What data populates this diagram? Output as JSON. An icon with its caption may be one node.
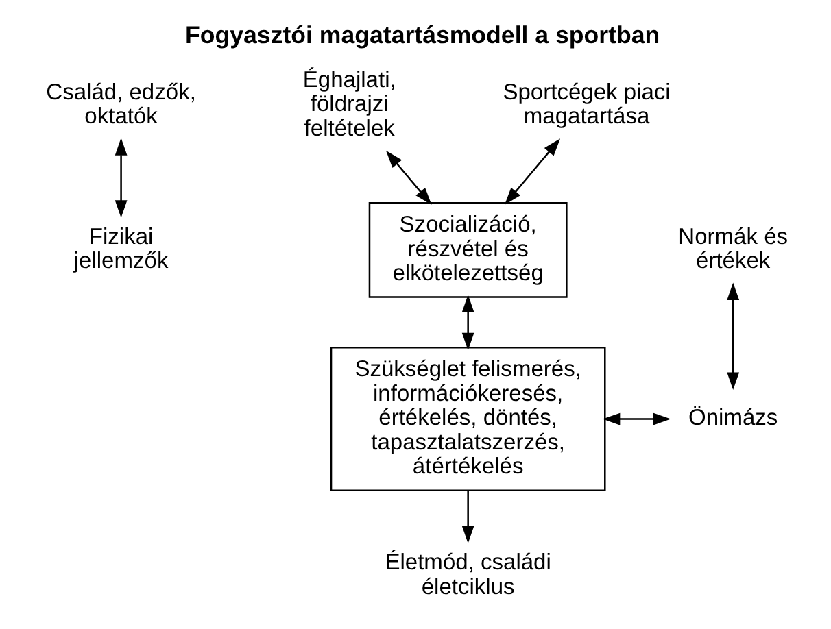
{
  "diagram": {
    "title": "Fogyasztói magatartásmodell a sportban",
    "nodes": [
      {
        "text": [
          "Család, edzők, oktatók"
        ]
      },
      {
        "text": [
          "Fizikai jellemzők"
        ]
      },
      {
        "text": [
          "Éghajlati, földrajzi feltételek"
        ]
      },
      {
        "text": [
          "Sportcégek piaci magatartása"
        ]
      },
      {
        "text": [
          "Szocializáció, részvétel és elkötelezettség"
        ]
      },
      {
        "text": [
          "Normák és értékek"
        ]
      },
      {
        "text": [
          "Szükséglet felismerés, információkeresés, értékelés, döntés, tapasztalatszerzés, átértékelés"
        ]
      },
      {
        "text": [
          "Önimázs"
        ]
      },
      {
        "text": [
          "Életmód, családi életciklus"
        ]
      }
    ],
    "edges": [
      {
        "from": 0,
        "to": 1,
        "arrow": "both"
      },
      {
        "from": 2,
        "to": 4,
        "arrow": "both"
      },
      {
        "from": 3,
        "to": 4,
        "arrow": "both"
      },
      {
        "from": 4,
        "to": 6,
        "arrow": "both"
      },
      {
        "from": 5,
        "to": 7,
        "arrow": "both"
      },
      {
        "from": 6,
        "to": 7,
        "arrow": "both"
      },
      {
        "from": 6,
        "to": 8,
        "arrow": "to"
      }
    ]
  }
}
